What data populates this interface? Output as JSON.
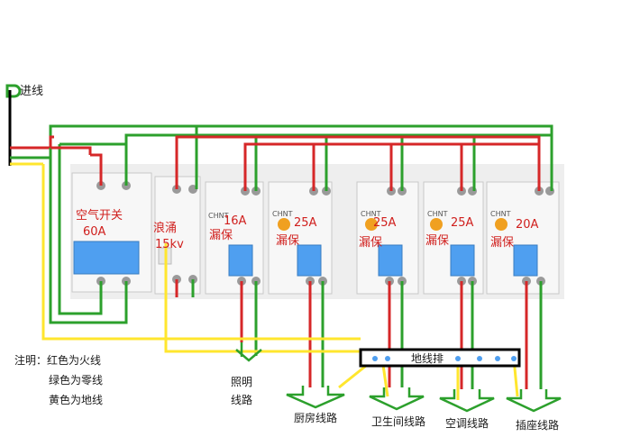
{
  "colors": {
    "live": "#d62728",
    "neutral": "#2ca02c",
    "ground": "#ffe62e",
    "busbar": "#000000"
  },
  "labels": {
    "incoming": "进线",
    "main_switch": "空气开关",
    "main_rating": "60A",
    "surge": "浪涌",
    "surge_rating": "15kv",
    "rcd_name": "漏保",
    "brand": "CHNT",
    "ground_bar": "地线排",
    "circuit_lighting_1": "照明",
    "circuit_lighting_2": "线路"
  },
  "breakers": [
    {
      "rating": "16A",
      "name": "漏保"
    },
    {
      "rating": "25A",
      "name": "漏保"
    },
    {
      "rating": "25A",
      "name": "漏保"
    },
    {
      "rating": "25A",
      "name": "漏保"
    },
    {
      "rating": "20A",
      "name": "漏保"
    }
  ],
  "circuits": [
    "厨房线路",
    "卫生间线路",
    "空调线路",
    "插座线路"
  ],
  "legend": {
    "title": "注明：红色为火线",
    "line2": "绿色为零线",
    "line3": "黄色为地线"
  }
}
